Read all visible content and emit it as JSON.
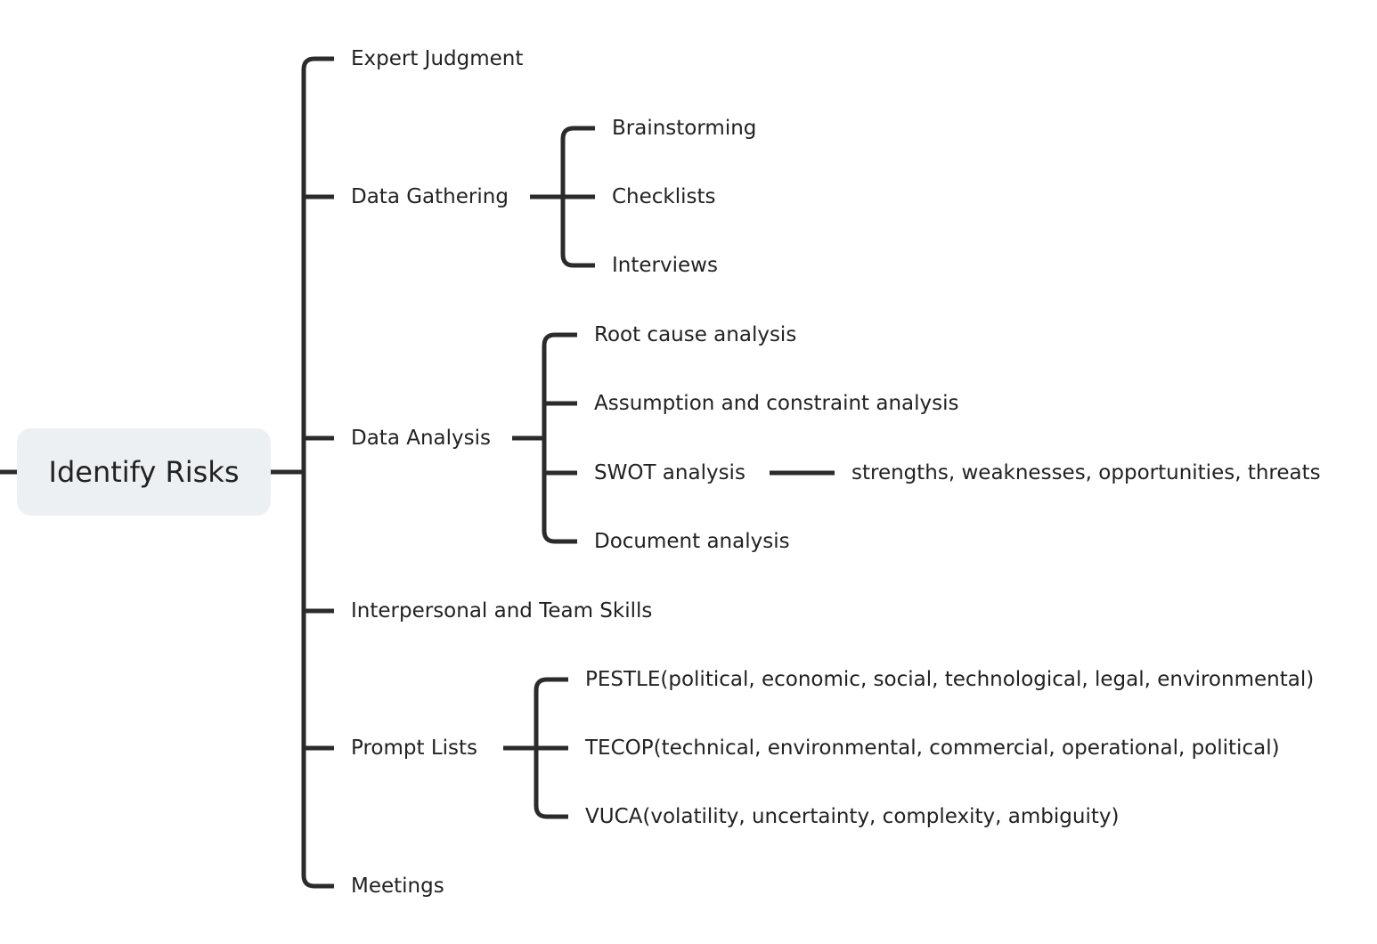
{
  "root": {
    "label": "Identify Risks"
  },
  "branches": {
    "expert_judgment": {
      "label": "Expert Judgment"
    },
    "data_gathering": {
      "label": "Data Gathering",
      "children": [
        "Brainstorming",
        "Checklists",
        "Interviews"
      ]
    },
    "data_analysis": {
      "label": "Data Analysis",
      "children": [
        "Root cause analysis",
        "Assumption and constraint analysis",
        "SWOT analysis",
        "Document analysis"
      ],
      "swot_detail": "strengths, weaknesses, opportunities, threats"
    },
    "interpersonal": {
      "label": "Interpersonal and Team Skills"
    },
    "prompt_lists": {
      "label": "Prompt Lists",
      "children": [
        "PESTLE(political, economic, social, technological, legal, environmental)",
        "TECOP(technical, environmental, commercial, operational, political)",
        "VUCA(volatility, uncertainty, complexity, ambiguity)"
      ]
    },
    "meetings": {
      "label": "Meetings"
    }
  },
  "colors": {
    "line": "#2b2b2b",
    "root_fill": "#edf0f3",
    "text": "#222222"
  }
}
